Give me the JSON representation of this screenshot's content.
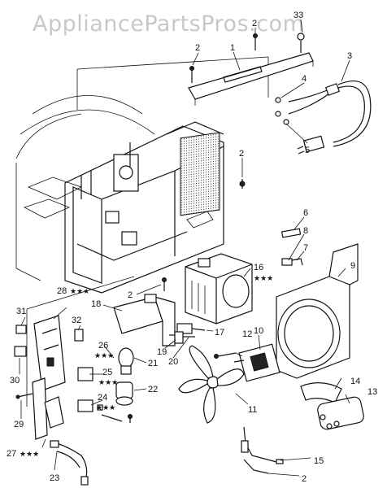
{
  "watermark": "AppliancePartsPros.com",
  "callouts": [
    {
      "id": "33",
      "label": "33",
      "stars": ""
    },
    {
      "id": "2a",
      "label": "2",
      "stars": ""
    },
    {
      "id": "2b",
      "label": "2",
      "stars": ""
    },
    {
      "id": "1",
      "label": "1",
      "stars": ""
    },
    {
      "id": "3",
      "label": "3",
      "stars": ""
    },
    {
      "id": "4",
      "label": "4",
      "stars": ""
    },
    {
      "id": "5",
      "label": "5",
      "stars": ""
    },
    {
      "id": "2c",
      "label": "2",
      "stars": ""
    },
    {
      "id": "6",
      "label": "6",
      "stars": ""
    },
    {
      "id": "8",
      "label": "8",
      "stars": ""
    },
    {
      "id": "7",
      "label": "7",
      "stars": ""
    },
    {
      "id": "9",
      "label": "9",
      "stars": ""
    },
    {
      "id": "16",
      "label": "16",
      "stars": "★★★"
    },
    {
      "id": "2d",
      "label": "2",
      "stars": ""
    },
    {
      "id": "28",
      "label": "28",
      "stars": "★★★"
    },
    {
      "id": "18",
      "label": "18",
      "stars": ""
    },
    {
      "id": "31",
      "label": "31",
      "stars": ""
    },
    {
      "id": "32",
      "label": "32",
      "stars": ""
    },
    {
      "id": "17",
      "label": "17",
      "stars": ""
    },
    {
      "id": "12",
      "label": "12",
      "stars": ""
    },
    {
      "id": "10",
      "label": "10",
      "stars": ""
    },
    {
      "id": "26",
      "label": "26",
      "stars": "★★★"
    },
    {
      "id": "19",
      "label": "19",
      "stars": ""
    },
    {
      "id": "20",
      "label": "20",
      "stars": ""
    },
    {
      "id": "21",
      "label": "21",
      "stars": ""
    },
    {
      "id": "25",
      "label": "25",
      "stars": "★★★"
    },
    {
      "id": "30",
      "label": "30",
      "stars": ""
    },
    {
      "id": "22",
      "label": "22",
      "stars": ""
    },
    {
      "id": "24",
      "label": "24",
      "stars": "★★★"
    },
    {
      "id": "14",
      "label": "14",
      "stars": ""
    },
    {
      "id": "13",
      "label": "13",
      "stars": ""
    },
    {
      "id": "11",
      "label": "11",
      "stars": ""
    },
    {
      "id": "29",
      "label": "29",
      "stars": ""
    },
    {
      "id": "27",
      "label": "27",
      "stars": "★★★"
    },
    {
      "id": "15",
      "label": "15",
      "stars": ""
    },
    {
      "id": "23",
      "label": "23",
      "stars": ""
    },
    {
      "id": "2e",
      "label": "2",
      "stars": ""
    }
  ]
}
